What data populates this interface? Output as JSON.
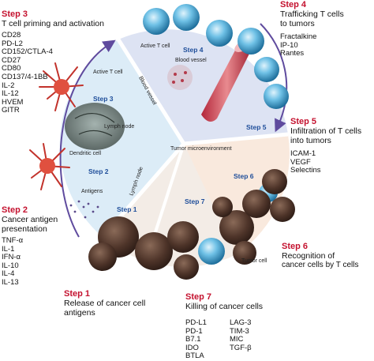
{
  "colors": {
    "step_title": "#c4122f",
    "cycle_label": "#1f4e9a",
    "sector_blue": "#dde3f3",
    "sector_lightblue": "#dcecf7",
    "sector_peach": "#f9e9dd",
    "arrow": "#5f4b9e"
  },
  "steps": {
    "step1": {
      "title": "Step 1",
      "desc_lines": [
        "Release of cancer cell",
        "antigens"
      ]
    },
    "step2": {
      "title": "Step 2",
      "desc_lines": [
        "Cancer antigen",
        "presentation"
      ],
      "list": [
        "TNF-α",
        "IL-1",
        "IFN-α",
        "IL-10",
        "IL-4",
        "IL-13"
      ]
    },
    "step3": {
      "title": "Step 3",
      "desc_lines": [
        "T cell priming and activation"
      ],
      "list": [
        "CD28",
        "PD-L2",
        "CD152/CTLA-4",
        "CD27",
        "CD80",
        "CD137/4-1BB",
        "IL-2",
        "IL-12",
        "HVEM",
        "GITR"
      ]
    },
    "step4": {
      "title": "Step 4",
      "desc_lines": [
        "Trafficking T cells",
        "to tumors"
      ],
      "list": [
        "Fractalkine",
        "IP-10",
        "Rantes"
      ]
    },
    "step5": {
      "title": "Step 5",
      "desc_lines": [
        "Infiltration of T cells",
        "into tumors"
      ],
      "list": [
        "ICAM-1",
        "VEGF",
        "Selectins"
      ]
    },
    "step6": {
      "title": "Step 6",
      "desc_lines": [
        "Recognition of",
        "cancer cells by T cells"
      ]
    },
    "step7": {
      "title": "Step 7",
      "desc_lines": [
        "Killing of cancer cells"
      ],
      "list_col1": [
        "PD-L1",
        "PD-1",
        "B7.1",
        "IDO",
        "BTLA"
      ],
      "list_col2": [
        "LAG-3",
        "TIM-3",
        "MIC",
        "TGF-β"
      ]
    }
  },
  "cycle_labels": {
    "step1": "Step 1",
    "step2": "Step 2",
    "step3": "Step 3",
    "step4": "Step 4",
    "step5": "Step 5",
    "step6": "Step 6",
    "step7": "Step 7"
  },
  "region_labels": {
    "active_t_cell_top": "Active T cell",
    "active_t_cell_left": "Active T cell",
    "blood_vessel": "Blood vessel",
    "blood_vessel_band": "Blood vessel",
    "lymph_node": "Lymph node",
    "lymph_node_band": "Lymph node",
    "dendritic_cell": "Dendritic cell",
    "antigens": "Antigens",
    "tumor_microenvironment": "Tumor microenvironment",
    "tumor_cell": "Tumor cell"
  }
}
